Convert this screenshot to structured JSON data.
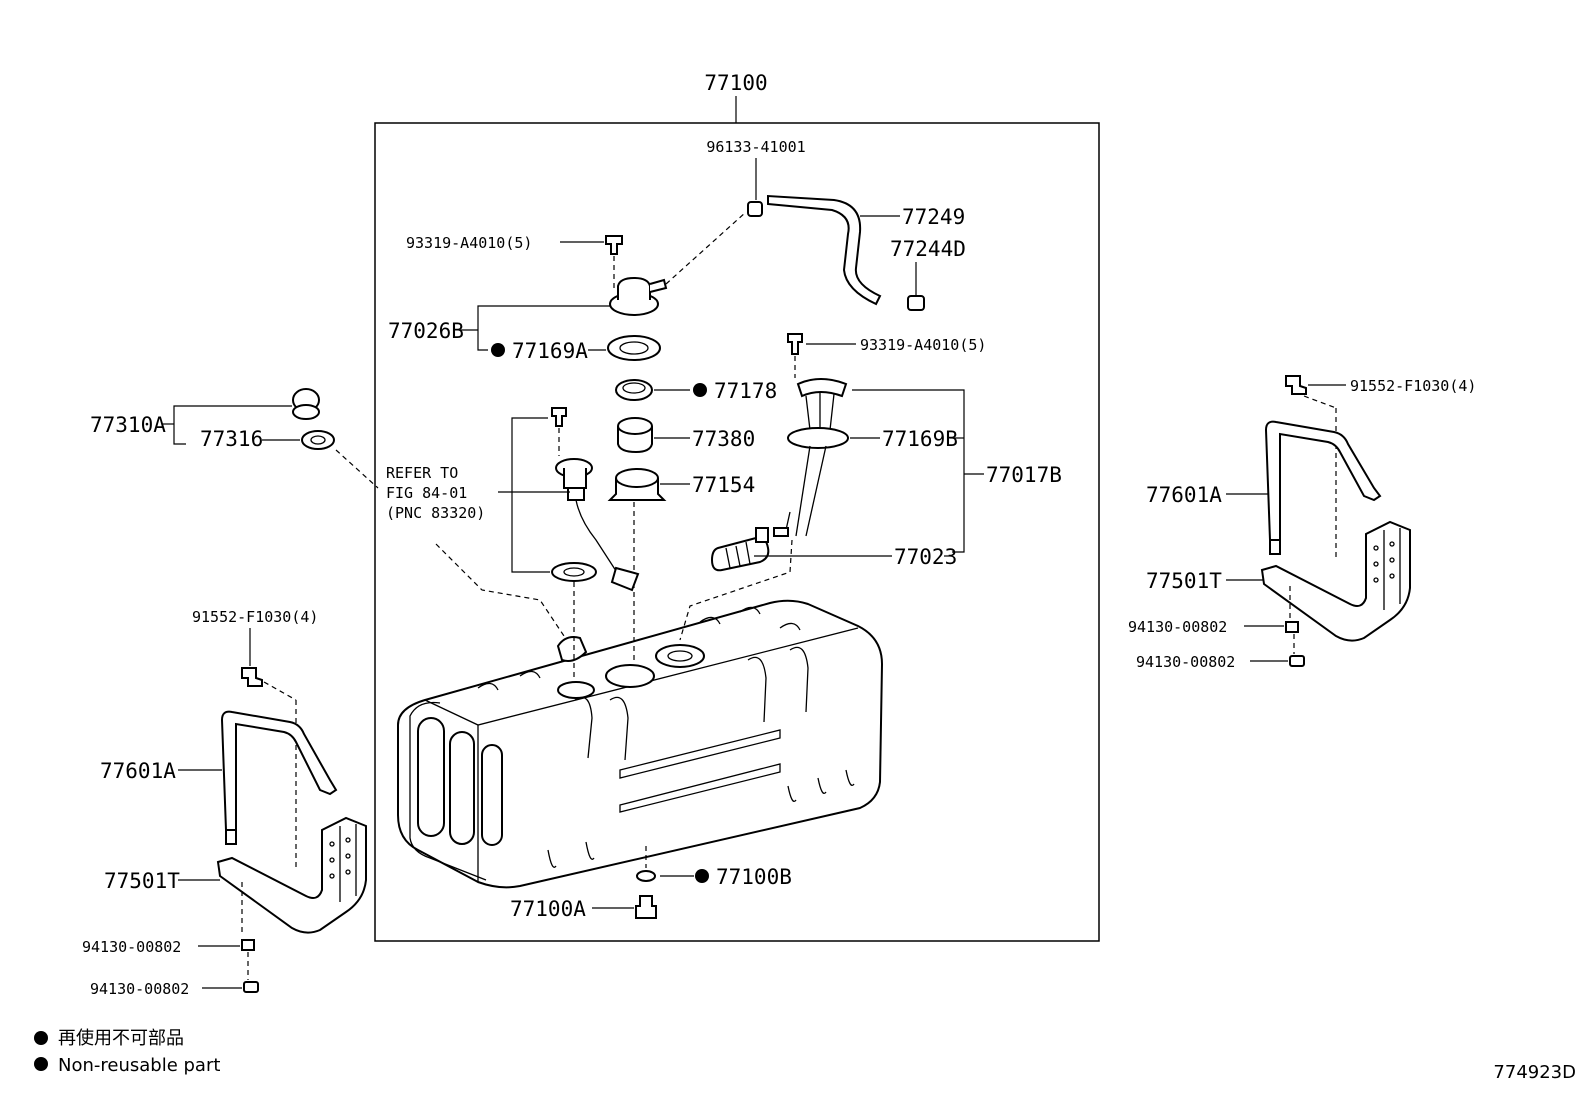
{
  "labels": {
    "assembly": "77100",
    "clip_top": "96133-41001",
    "hose": "77249",
    "hose_clamp": "77244D",
    "screw_sender": "93319-A4010(5)",
    "sender_gauge": "77026B",
    "gasket_sender": "77169A",
    "screw_pump": "93319-A4010(5)",
    "grommet_set": "77310A",
    "grommet": "77316",
    "gasket_178": "77178",
    "cap": "77380",
    "ring": "77154",
    "pump_gasket": "77169B",
    "pump_tube": "77017B",
    "strainer": "77023",
    "refer_line1": "REFER TO",
    "refer_line2": "FIG 84-01",
    "refer_line3": "(PNC 83320)",
    "drain_gasket": "77100B",
    "drain_plug": "77100A",
    "left_bolt": "91552-F1030(4)",
    "left_band": "77601A",
    "left_bracket": "77501T",
    "left_nut1": "94130-00802",
    "left_nut2": "94130-00802",
    "right_bolt": "91552-F1030(4)",
    "right_band": "77601A",
    "right_bracket": "77501T",
    "right_nut1": "94130-00802",
    "right_nut2": "94130-00802"
  },
  "legend": {
    "line_jp": "再使用不可部品",
    "line_en": "Non-reusable part"
  },
  "figure_id": "774923D"
}
